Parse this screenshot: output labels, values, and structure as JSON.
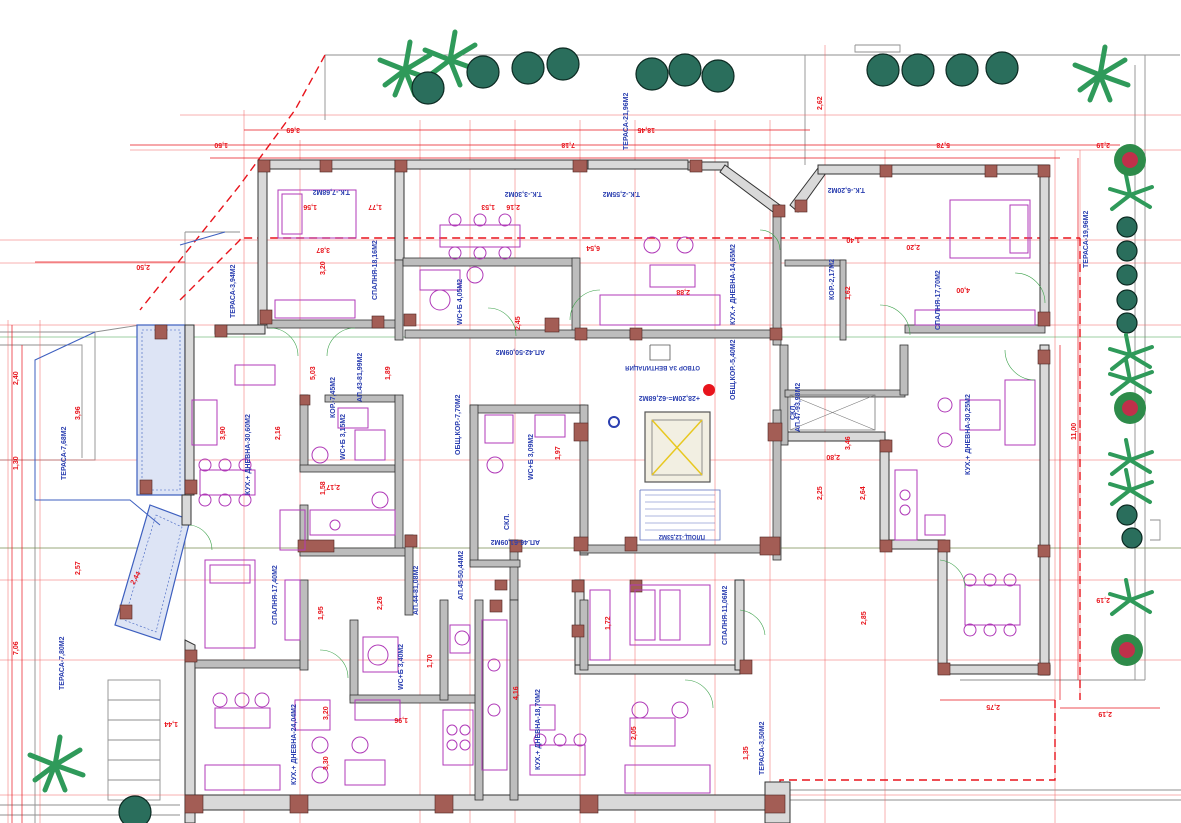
{
  "plan": {
    "terraces": [
      {
        "label": "ТЕРАСА-21,96М2"
      },
      {
        "label": "ТЕРАСА-7,68М2"
      },
      {
        "label": "ТЕРАСА-7,80М2"
      },
      {
        "label": "ТЕРАСА-3,50М2"
      },
      {
        "label": "ТЕРАСА-3,94М2"
      },
      {
        "label": "ТЕРАСА-19,96М2"
      }
    ],
    "apartments": [
      {
        "label": "АП.42-50,09М2"
      },
      {
        "label": "АП.43-81,99М2"
      },
      {
        "label": "АП.44-81,08М2"
      },
      {
        "label": "АП.45-50,44М2"
      },
      {
        "label": "АП.46-61,09М2"
      },
      {
        "label": "АП.47-93,98М2"
      }
    ],
    "rooms": [
      {
        "label": "СПАЛНЯ-18,16М2"
      },
      {
        "label": "СПАЛНЯ-17,70М2"
      },
      {
        "label": "СПАЛНЯ-17,40М2"
      },
      {
        "label": "СПАЛНЯ-11,06М2"
      },
      {
        "label": "КУХ.+ ДНЕВНА-30,60М2"
      },
      {
        "label": "КУХ.+ ДНЕВНА-14,65М2"
      },
      {
        "label": "КУХ.+ ДНЕВНА-30,25М2"
      },
      {
        "label": "КУХ.+ ДНЕВНА-24,04М2"
      },
      {
        "label": "КУХ.+ ДНЕВНА-18,70М2"
      },
      {
        "label": "WC+Б 4,05М2"
      },
      {
        "label": "WC+Б 3,15М2"
      },
      {
        "label": "WC+Б 3,40М2"
      },
      {
        "label": "WC+Б 3,09М2"
      },
      {
        "label": "КОР.-7,45М2"
      },
      {
        "label": "КОР.-2,17М2"
      },
      {
        "label": "ОБЩ.КОР.-7,70М2"
      },
      {
        "label": "ОБЩ.КОР.-5,40М2"
      },
      {
        "label": "Т.К.-7,68М2"
      },
      {
        "label": "Т.К.-3,30М2"
      },
      {
        "label": "Т.К.-2,55М2"
      },
      {
        "label": "Т.К.-6,20М2"
      },
      {
        "label": "СКЛ."
      },
      {
        "label": "СКЛ."
      }
    ],
    "stair": {
      "label": "+28,20М=-62,68М2",
      "note": "ОТВОР ЗА ВЕНТИЛАЦИЯ",
      "landing": "ПЛОЩ.-12,53М2"
    },
    "dims": [
      {
        "v": "18,45"
      },
      {
        "v": "7,18"
      },
      {
        "v": "1,50"
      },
      {
        "v": "5,78"
      },
      {
        "v": "2,62"
      },
      {
        "v": "2,19"
      },
      {
        "v": "3,69"
      },
      {
        "v": "2,16"
      },
      {
        "v": "3,20"
      },
      {
        "v": "1,53"
      },
      {
        "v": "1,77"
      },
      {
        "v": "3,87"
      },
      {
        "v": "1,56"
      },
      {
        "v": "1,40"
      },
      {
        "v": "2,20"
      },
      {
        "v": "6,54"
      },
      {
        "v": "2,50"
      },
      {
        "v": "5,03"
      },
      {
        "v": "4,00"
      },
      {
        "v": "2,88"
      },
      {
        "v": "1,97"
      },
      {
        "v": "3,90"
      },
      {
        "v": "2,80"
      },
      {
        "v": "3,46"
      },
      {
        "v": "2,16"
      },
      {
        "v": "2,17"
      },
      {
        "v": "1,58"
      },
      {
        "v": "2,45"
      },
      {
        "v": "1,89"
      },
      {
        "v": "1,44"
      },
      {
        "v": "3,20"
      },
      {
        "v": "2,05"
      },
      {
        "v": "1,96"
      },
      {
        "v": "1,72"
      },
      {
        "v": "2,75"
      },
      {
        "v": "2,19"
      },
      {
        "v": "2,40"
      },
      {
        "v": "3,96"
      },
      {
        "v": "1,30"
      },
      {
        "v": "2,57"
      },
      {
        "v": "7,06"
      },
      {
        "v": "11,00"
      },
      {
        "v": "2,44"
      },
      {
        "v": "1,95"
      },
      {
        "v": "3,30"
      },
      {
        "v": "4,16"
      },
      {
        "v": "1,35"
      },
      {
        "v": "2,85"
      },
      {
        "v": "2,26"
      },
      {
        "v": "2,64"
      },
      {
        "v": "2,25"
      },
      {
        "v": "1,70"
      },
      {
        "v": "2,19"
      },
      {
        "v": "1,62"
      }
    ]
  }
}
